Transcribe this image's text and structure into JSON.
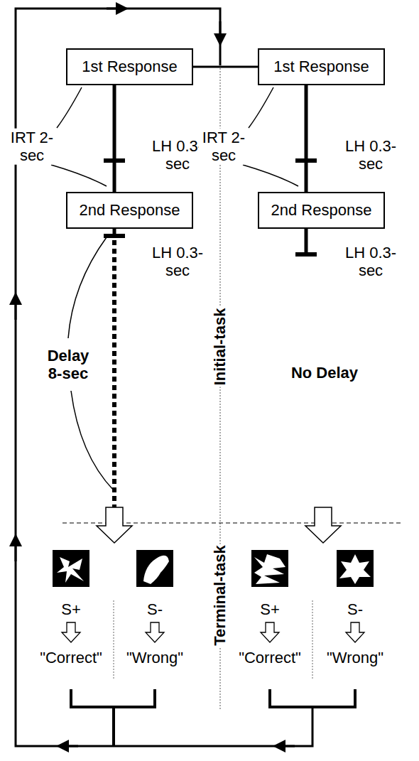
{
  "diagram": {
    "nodes": [
      {
        "text": [
          "1st Response"
        ]
      },
      {
        "text": [
          "2nd Response"
        ]
      },
      {
        "text": [
          "1st Response"
        ]
      },
      {
        "text": [
          "2nd Response"
        ]
      }
    ],
    "edges": [
      {
        "from": 0,
        "to": 2,
        "arrow": "none"
      },
      {
        "from": 0,
        "to": 1,
        "arrow": "none"
      },
      {
        "from": 2,
        "to": 3,
        "arrow": "none"
      }
    ],
    "labels": [
      "IRT 2-sec",
      "LH 0.3-sec",
      "IRT 2-sec",
      "LH 0.3-sec",
      "LH 0.3-sec",
      "LH 0.3-sec",
      "Delay 8-sec",
      "Initial-task",
      "No Delay",
      "Terminal-task",
      "S+",
      "S-",
      "S+",
      "S-",
      "\"Correct\"",
      "\"Wrong\"",
      "\"Correct\"",
      "\"Wrong\""
    ]
  }
}
